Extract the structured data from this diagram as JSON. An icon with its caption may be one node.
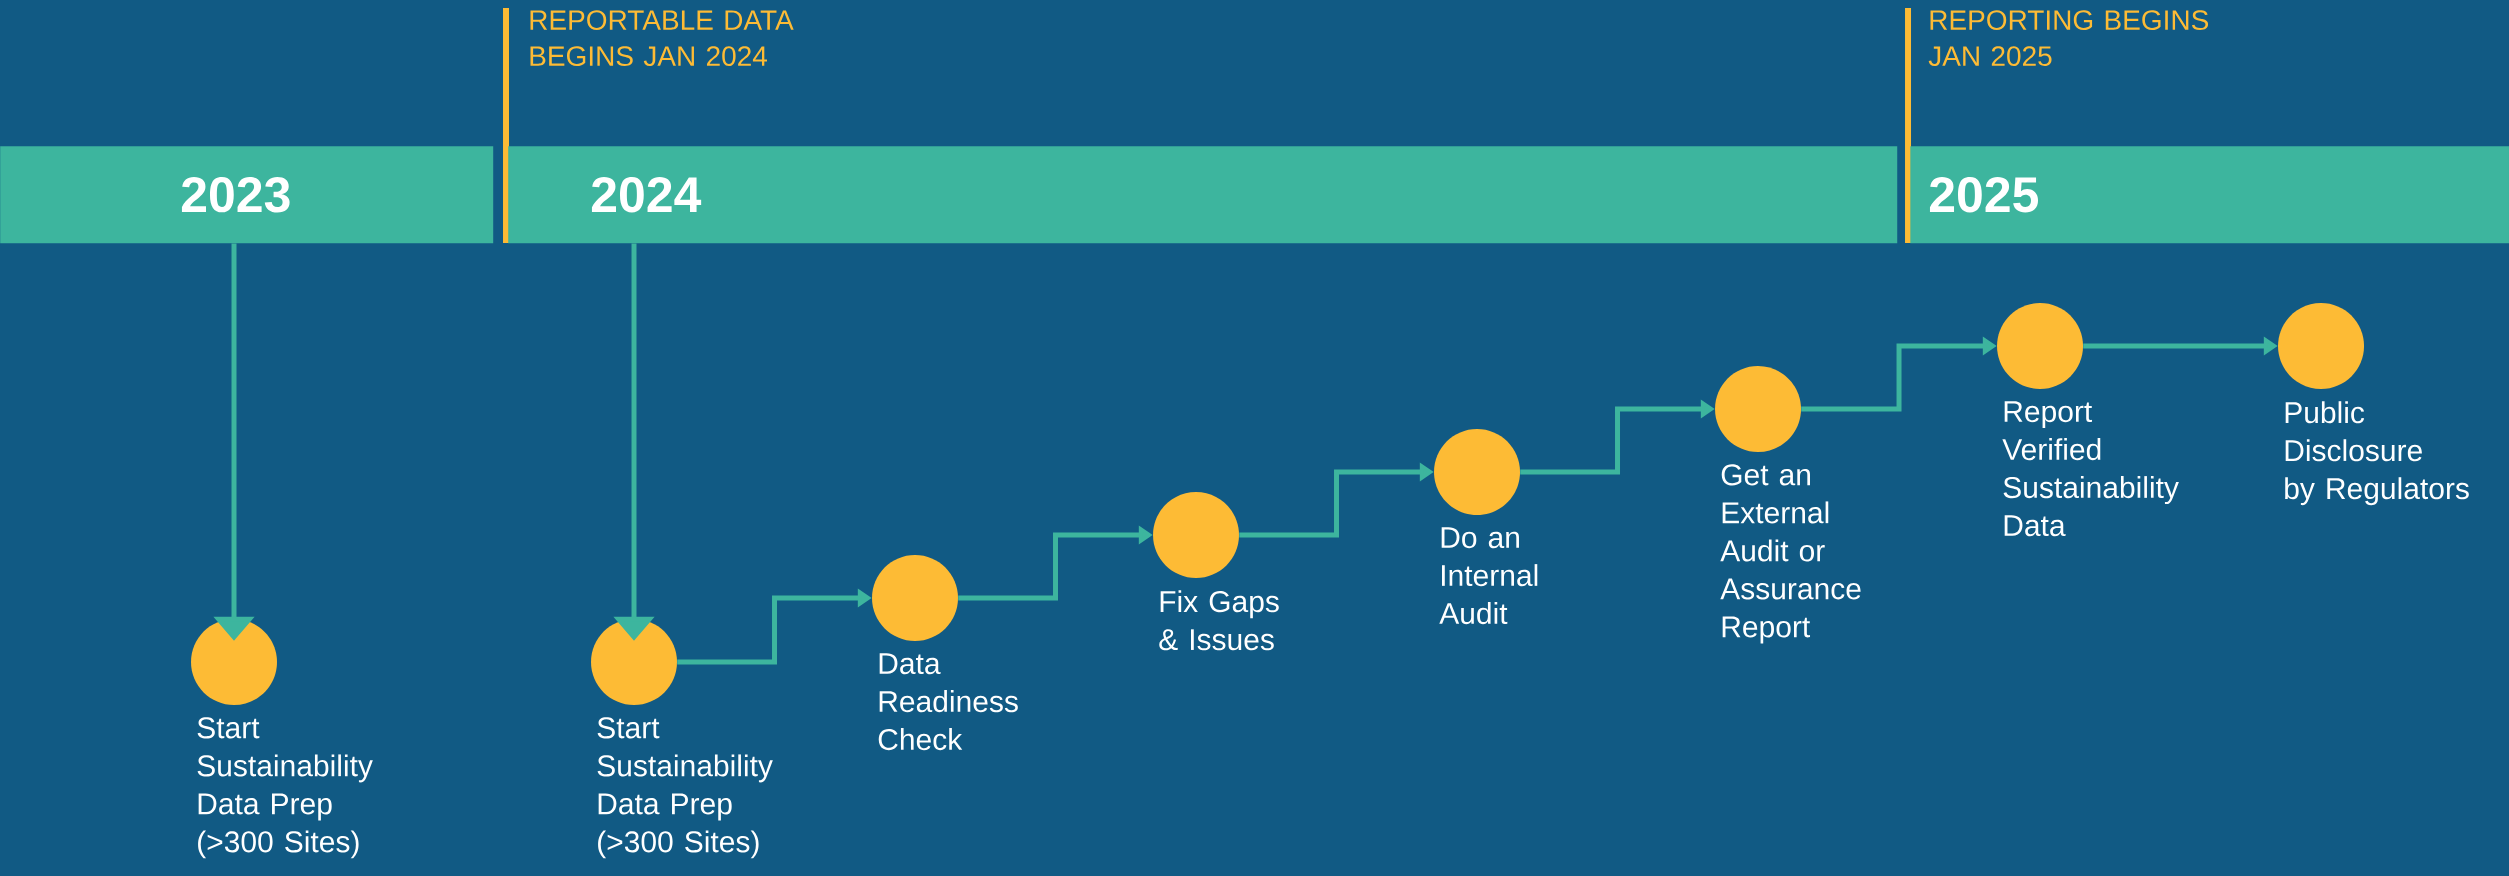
{
  "diagram": {
    "nodes": [
      {
        "text": [
          "2023"
        ]
      },
      {
        "text": [
          "2024"
        ]
      },
      {
        "text": [
          "2025"
        ]
      },
      {
        "text": [],
        "shape": "circle",
        "beside": [
          "Start Sustainability Data Prep (>300 Sites)"
        ]
      },
      {
        "text": [],
        "shape": "circle",
        "beside": [
          "Start Sustainability Data Prep (>300 Sites)"
        ]
      },
      {
        "text": [],
        "shape": "circle",
        "beside": [
          "Data Readiness Check"
        ]
      },
      {
        "text": [],
        "shape": "circle",
        "beside": [
          "Fix Gaps & Issues"
        ]
      },
      {
        "text": [],
        "shape": "circle",
        "beside": [
          "Do an Internal Audit"
        ]
      },
      {
        "text": [],
        "shape": "circle",
        "beside": [
          "Get an External Audit or Assurance Report"
        ]
      },
      {
        "text": [],
        "shape": "circle",
        "beside": [
          "Report Verified Sustainability Data"
        ]
      },
      {
        "text": [],
        "shape": "circle",
        "beside": [
          "Public Disclosure by Regulators"
        ]
      }
    ],
    "edges": [
      {
        "from": 0,
        "to": 3,
        "arrow": "to"
      },
      {
        "from": 1,
        "to": 4,
        "arrow": "to"
      },
      {
        "from": 4,
        "to": 5,
        "arrow": "to"
      },
      {
        "from": 5,
        "to": 6,
        "arrow": "to"
      },
      {
        "from": 6,
        "to": 7,
        "arrow": "to"
      },
      {
        "from": 7,
        "to": 8,
        "arrow": "to"
      },
      {
        "from": 8,
        "to": 9,
        "arrow": "to"
      },
      {
        "from": 9,
        "to": 10,
        "arrow": "to"
      }
    ],
    "labels": [
      "REPORTABLE DATA BEGINS JAN 2024",
      "REPORTING BEGINS JAN 2025"
    ]
  }
}
